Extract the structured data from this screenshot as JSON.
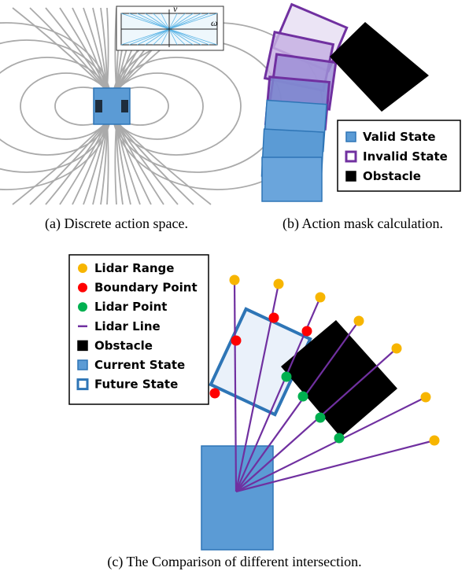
{
  "panel_a": {
    "caption": "(a) Discrete action space.",
    "inset": {
      "v_label": "v",
      "omega_label": "ω"
    }
  },
  "panel_b": {
    "caption": "(b) Action mask calculation.",
    "legend": [
      {
        "label": "Valid State",
        "marker": "filled-square",
        "color": "#5b9bd5"
      },
      {
        "label": "Invalid State",
        "marker": "outlined-square",
        "color": "#7030a0"
      },
      {
        "label": "Obstacle",
        "marker": "filled-square",
        "color": "#000000"
      }
    ]
  },
  "panel_c": {
    "caption": "(c) The Comparison of different intersection.",
    "legend": [
      {
        "label": "Lidar Range",
        "marker": "dot",
        "color": "#f7b500"
      },
      {
        "label": "Boundary Point",
        "marker": "dot",
        "color": "#ff0000"
      },
      {
        "label": "Lidar Point",
        "marker": "dot",
        "color": "#00b050"
      },
      {
        "label": "Lidar Line",
        "marker": "line",
        "color": "#7030a0"
      },
      {
        "label": "Obstacle",
        "marker": "filled-square",
        "color": "#000000"
      },
      {
        "label": "Current State",
        "marker": "filled-square",
        "color": "#5b9bd5"
      },
      {
        "label": "Future State",
        "marker": "outlined-square",
        "color": "#2e75b6"
      }
    ]
  },
  "colors": {
    "valid_fill": "#5b9bd5",
    "invalid_stroke": "#7030a0",
    "obstacle": "#000000",
    "field_lines": "#aaaaaa",
    "inset_rays": "#5ab4e6",
    "lidar_line": "#7030a0",
    "lidar_range": "#f7b500",
    "boundary_point": "#ff0000",
    "lidar_point": "#00b050"
  }
}
